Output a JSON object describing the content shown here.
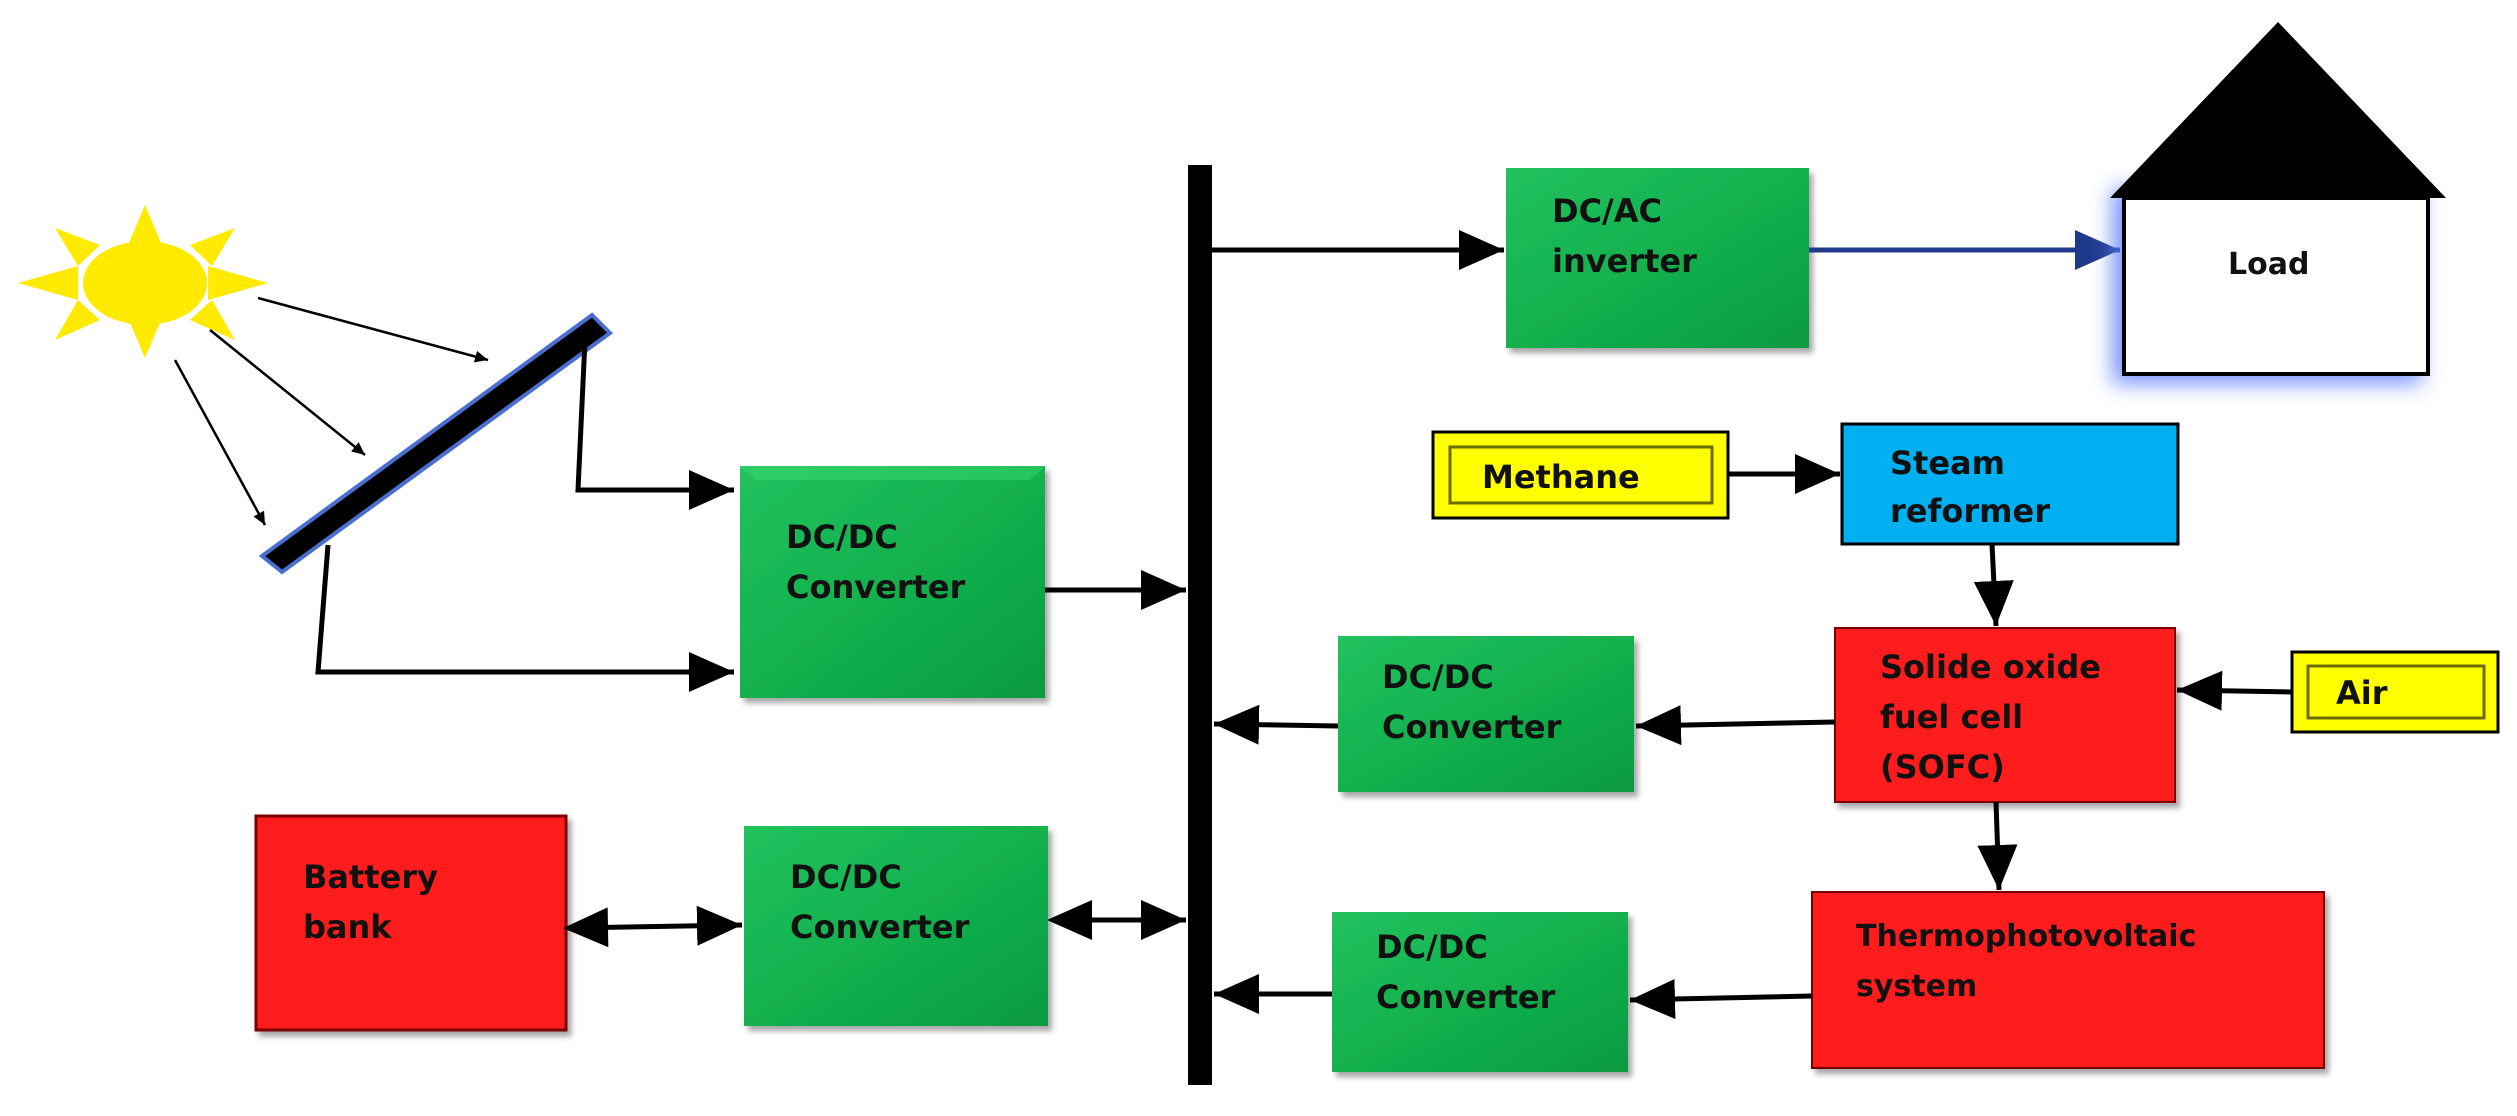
{
  "colors": {
    "converter_green": "#12b14e",
    "red_block": "#ff1a1a",
    "reformer_blue": "#00b0f0",
    "input_yellow": "#ffff00",
    "sun_yellow": "#ffea00",
    "bus_black": "#000000",
    "load_glow": "#5b7cff"
  },
  "icons": [
    "sun-icon",
    "solar-panel-icon",
    "house-roof-icon"
  ],
  "blocks": {
    "pv_converter": {
      "line1": "DC/DC",
      "line2": "Converter"
    },
    "dcac_inverter": {
      "line1": "DC/AC",
      "line2": "inverter"
    },
    "load": {
      "label": "Load"
    },
    "methane": {
      "label": "Methane"
    },
    "steam_reformer": {
      "line1": "Steam",
      "line2": "reformer"
    },
    "sofc": {
      "line1": "Solide oxide",
      "line2": "fuel cell",
      "line3": "(SOFC)"
    },
    "air": {
      "label": "Air"
    },
    "sofc_converter": {
      "line1": "DC/DC",
      "line2": "Converter"
    },
    "battery": {
      "line1": "Battery",
      "line2": "bank"
    },
    "battery_converter": {
      "line1": "DC/DC",
      "line2": "Converter"
    },
    "tpv": {
      "line1": "Thermophotovoltaic",
      "line2": "system"
    },
    "tpv_converter": {
      "line1": "DC/DC",
      "line2": "Converter"
    }
  }
}
